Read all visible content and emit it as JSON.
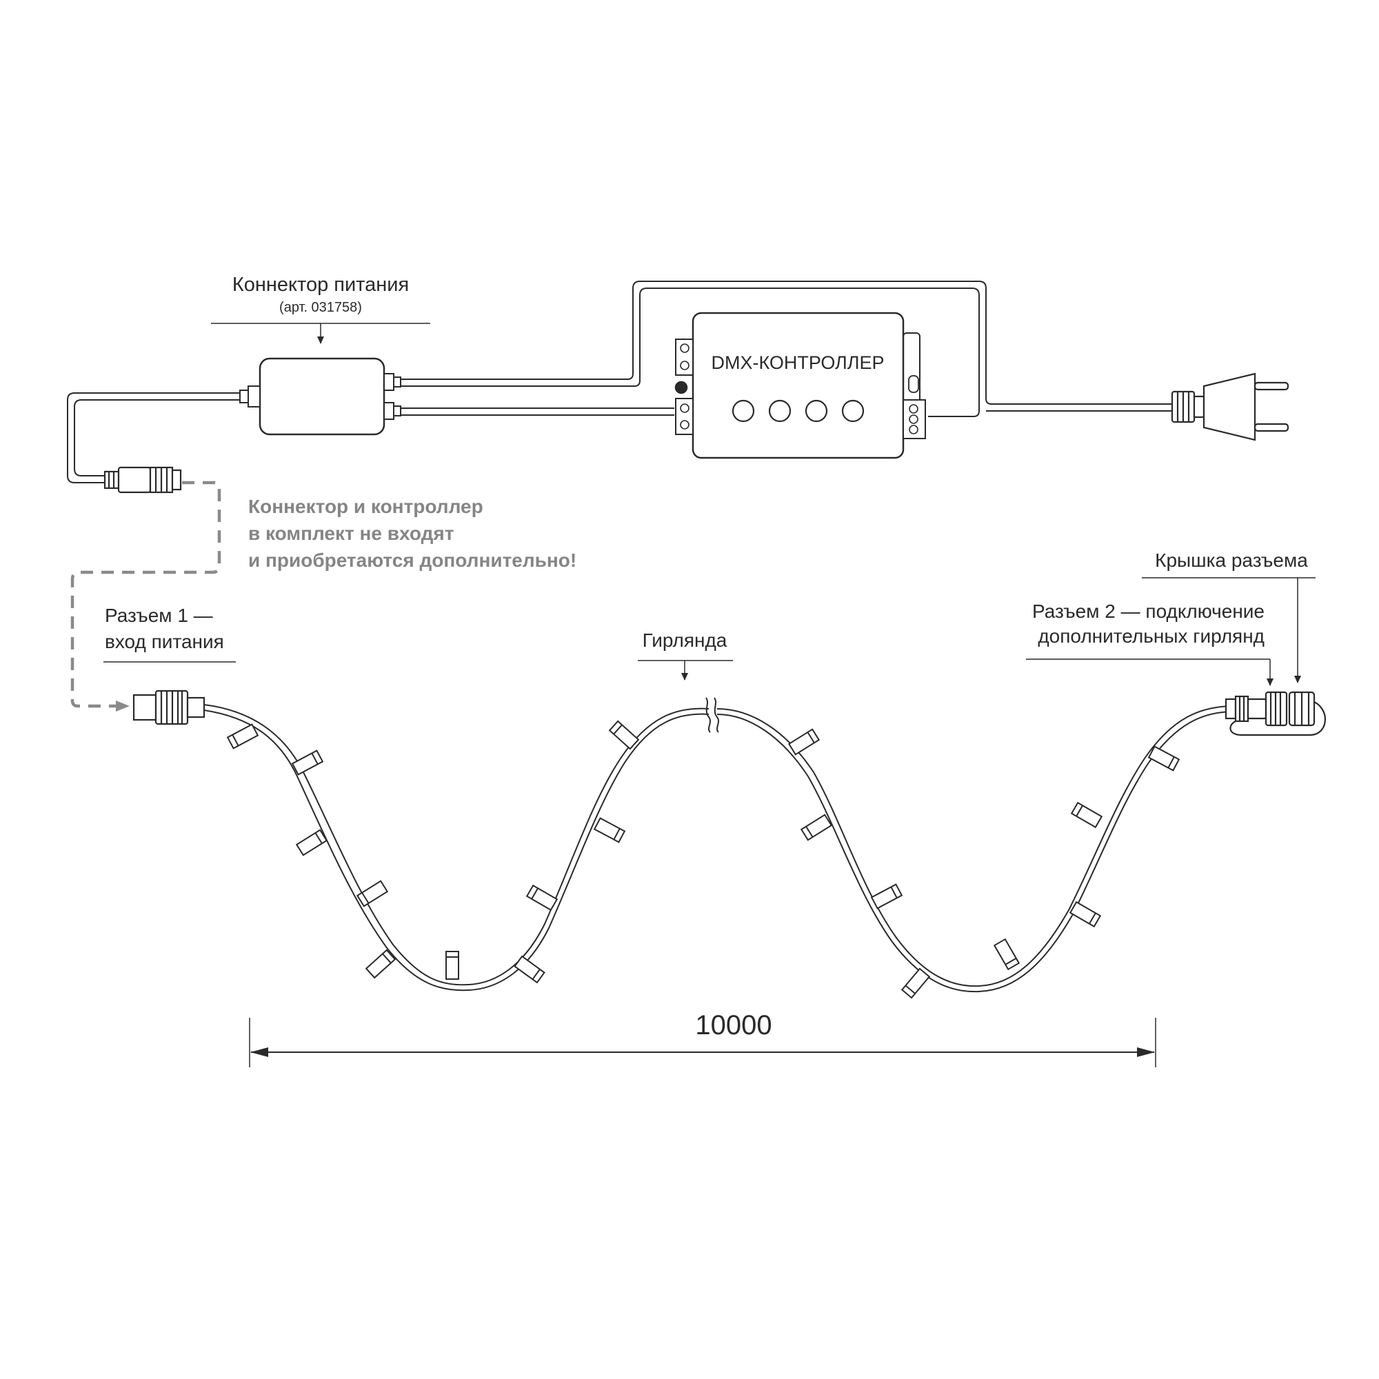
{
  "power_connector": {
    "title": "Коннектор питания",
    "article": "(арт. 031758)"
  },
  "controller": {
    "label": "DMX-КОНТРОЛЛЕР"
  },
  "note": {
    "line1": "Коннектор и контроллер",
    "line2": "в комплект не входят",
    "line3": "и приобретаются дополнительно!"
  },
  "connector1": {
    "line1": "Разъем 1 —",
    "line2": "вход питания"
  },
  "garland": {
    "label": "Гирлянда"
  },
  "cap": {
    "label": "Крышка разъема"
  },
  "connector2": {
    "line1": "Разъем 2 — подключение",
    "line2": "дополнительных гирлянд"
  },
  "dimension": {
    "value": "10000"
  },
  "colors": {
    "line": "#2a2a2a",
    "dashed": "#8a8a8a",
    "note": "#858585"
  }
}
